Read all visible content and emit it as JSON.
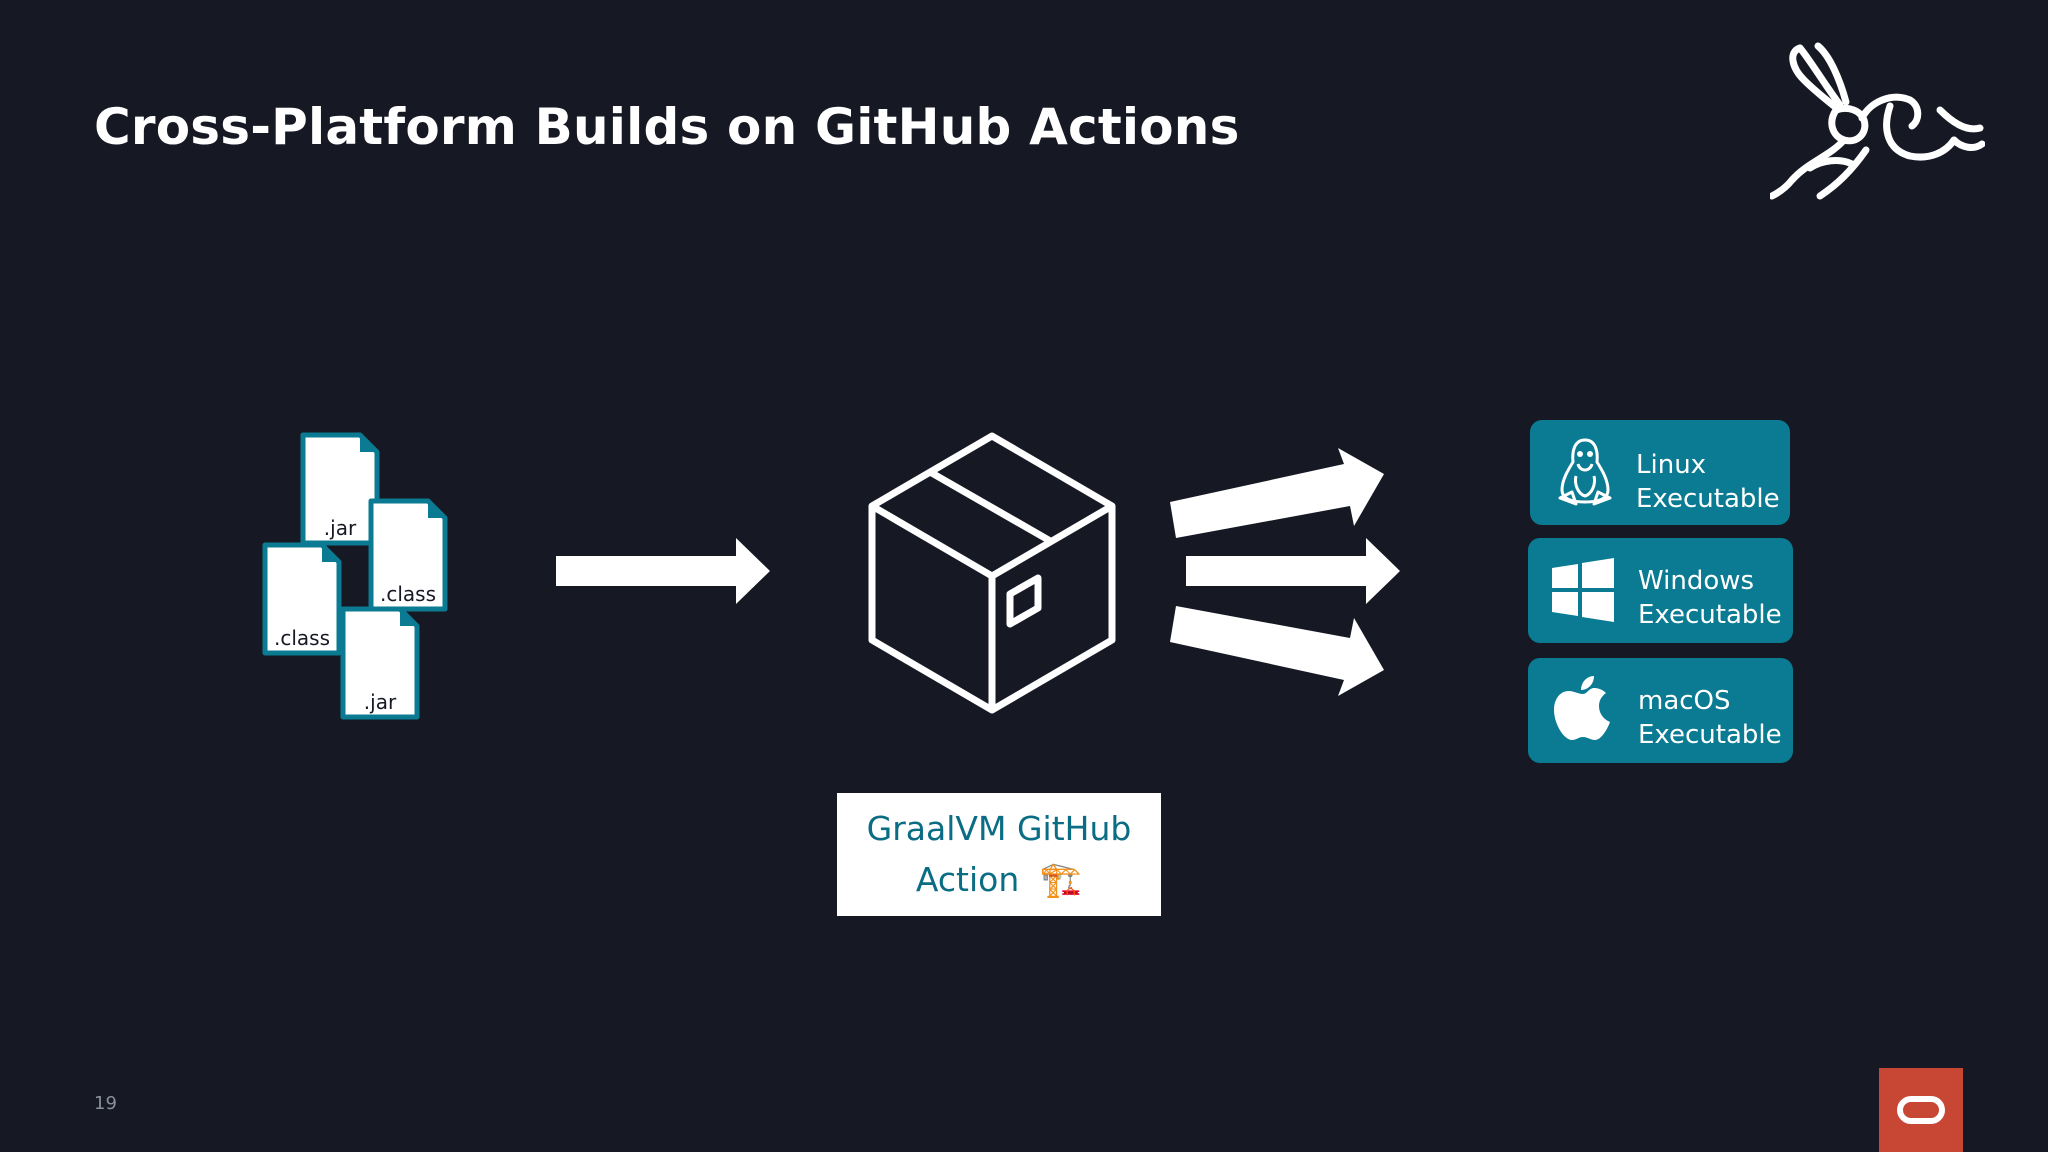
{
  "slide": {
    "title": "Cross-Platform Builds on GitHub Actions",
    "page_number": "19"
  },
  "inputs": {
    "files": [
      ".jar",
      ".class",
      ".class",
      ".jar"
    ]
  },
  "action": {
    "line1": "GraalVM GitHub",
    "line2": "Action",
    "emoji": "🏗️"
  },
  "outputs": [
    {
      "os": "Linux",
      "label": "Executable",
      "icon": "tux-penguin-icon"
    },
    {
      "os": "Windows",
      "label": "Executable",
      "icon": "windows-logo-icon"
    },
    {
      "os": "macOS",
      "label": "Executable",
      "icon": "apple-logo-icon"
    }
  ],
  "colors": {
    "background": "#161923",
    "accent": "#0a7b92",
    "text": "#ffffff",
    "oracle_red": "#c74634"
  }
}
